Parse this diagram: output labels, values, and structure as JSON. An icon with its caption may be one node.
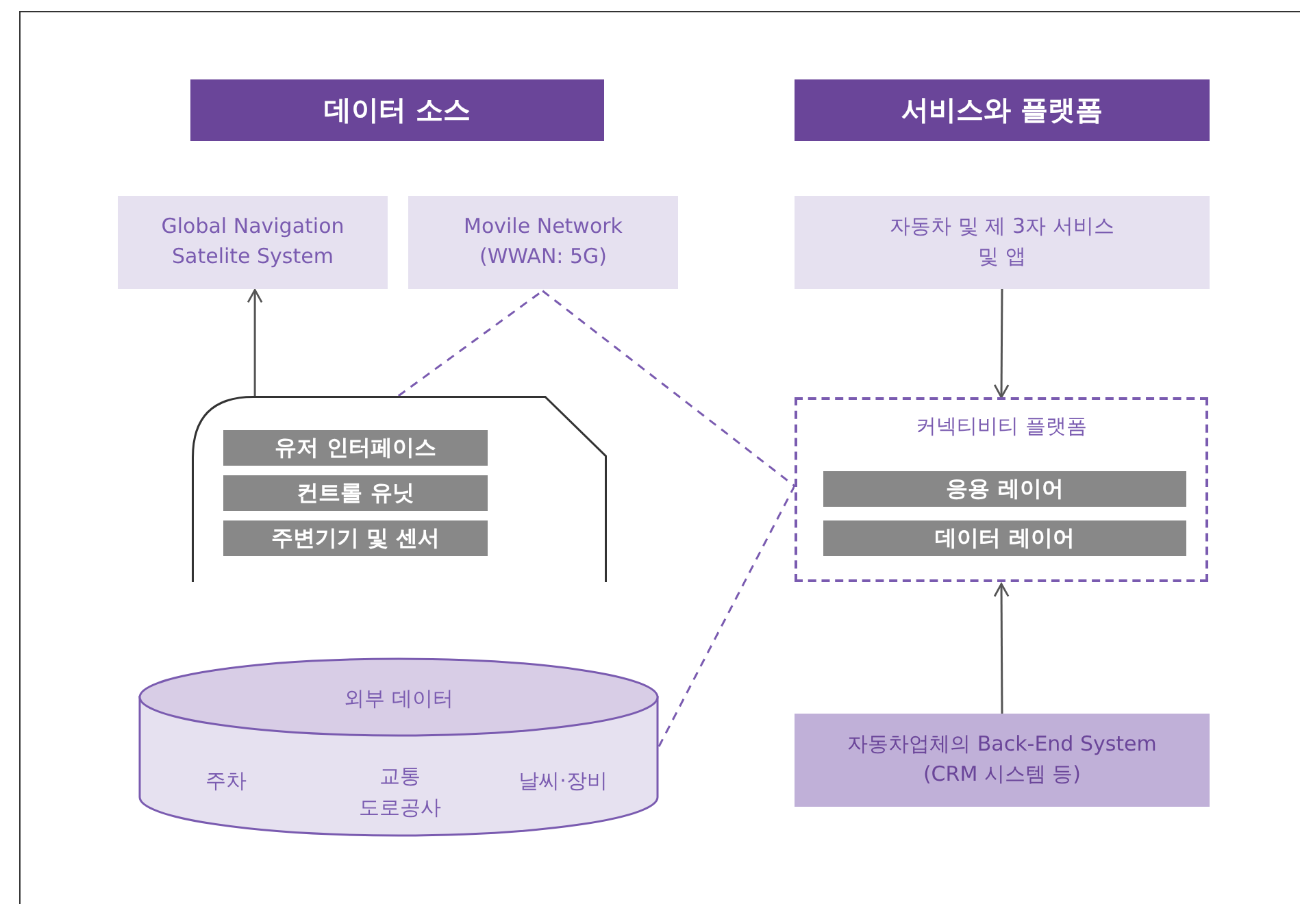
{
  "diagram": {
    "nodes": [
      {
        "text": [
          "데이터 소스"
        ]
      },
      {
        "text": [
          "서비스와 플랫폼"
        ]
      },
      {
        "text": [
          "Global Navigation Satelite System"
        ]
      },
      {
        "text": [
          "Movile Network (WWAN: 5G)"
        ]
      },
      {
        "text": [
          "자동차 및 제 3자 서비스 및 앱"
        ]
      },
      {
        "text": [],
        "shape": "box"
      },
      {
        "text": [
          "유저 인터페이스"
        ],
        "in": 5
      },
      {
        "text": [
          "컨트롤 유닛"
        ],
        "in": 5
      },
      {
        "text": [
          "주변기기 및 센서"
        ],
        "in": 5
      },
      {
        "text": [
          "커넥티비티 플랫폼"
        ]
      },
      {
        "text": [
          "응용 레이어"
        ],
        "in": 9
      },
      {
        "text": [
          "데이터 레이어"
        ],
        "in": 9
      },
      {
        "text": [
          "외부 데이터",
          "주차",
          "교통 도로공사",
          "날씨·장비"
        ]
      },
      {
        "text": [
          "자동차업체의 Back-End System (CRM 시스템 등)"
        ]
      }
    ],
    "edges": [
      {
        "from": 5,
        "to": 2,
        "arrow": "to"
      },
      {
        "from": 4,
        "to": 9,
        "arrow": "to"
      },
      {
        "from": 13,
        "to": 9,
        "arrow": "to"
      },
      {
        "from": 5,
        "to": 3,
        "arrow": "none",
        "style": "dashed",
        "color": "#7a5bb0"
      },
      {
        "from": 3,
        "to": 9,
        "arrow": "none",
        "style": "dashed",
        "color": "#7a5bb0"
      },
      {
        "from": 12,
        "to": 9,
        "arrow": "none",
        "style": "dashed",
        "color": "#7a5bb0"
      }
    ]
  }
}
